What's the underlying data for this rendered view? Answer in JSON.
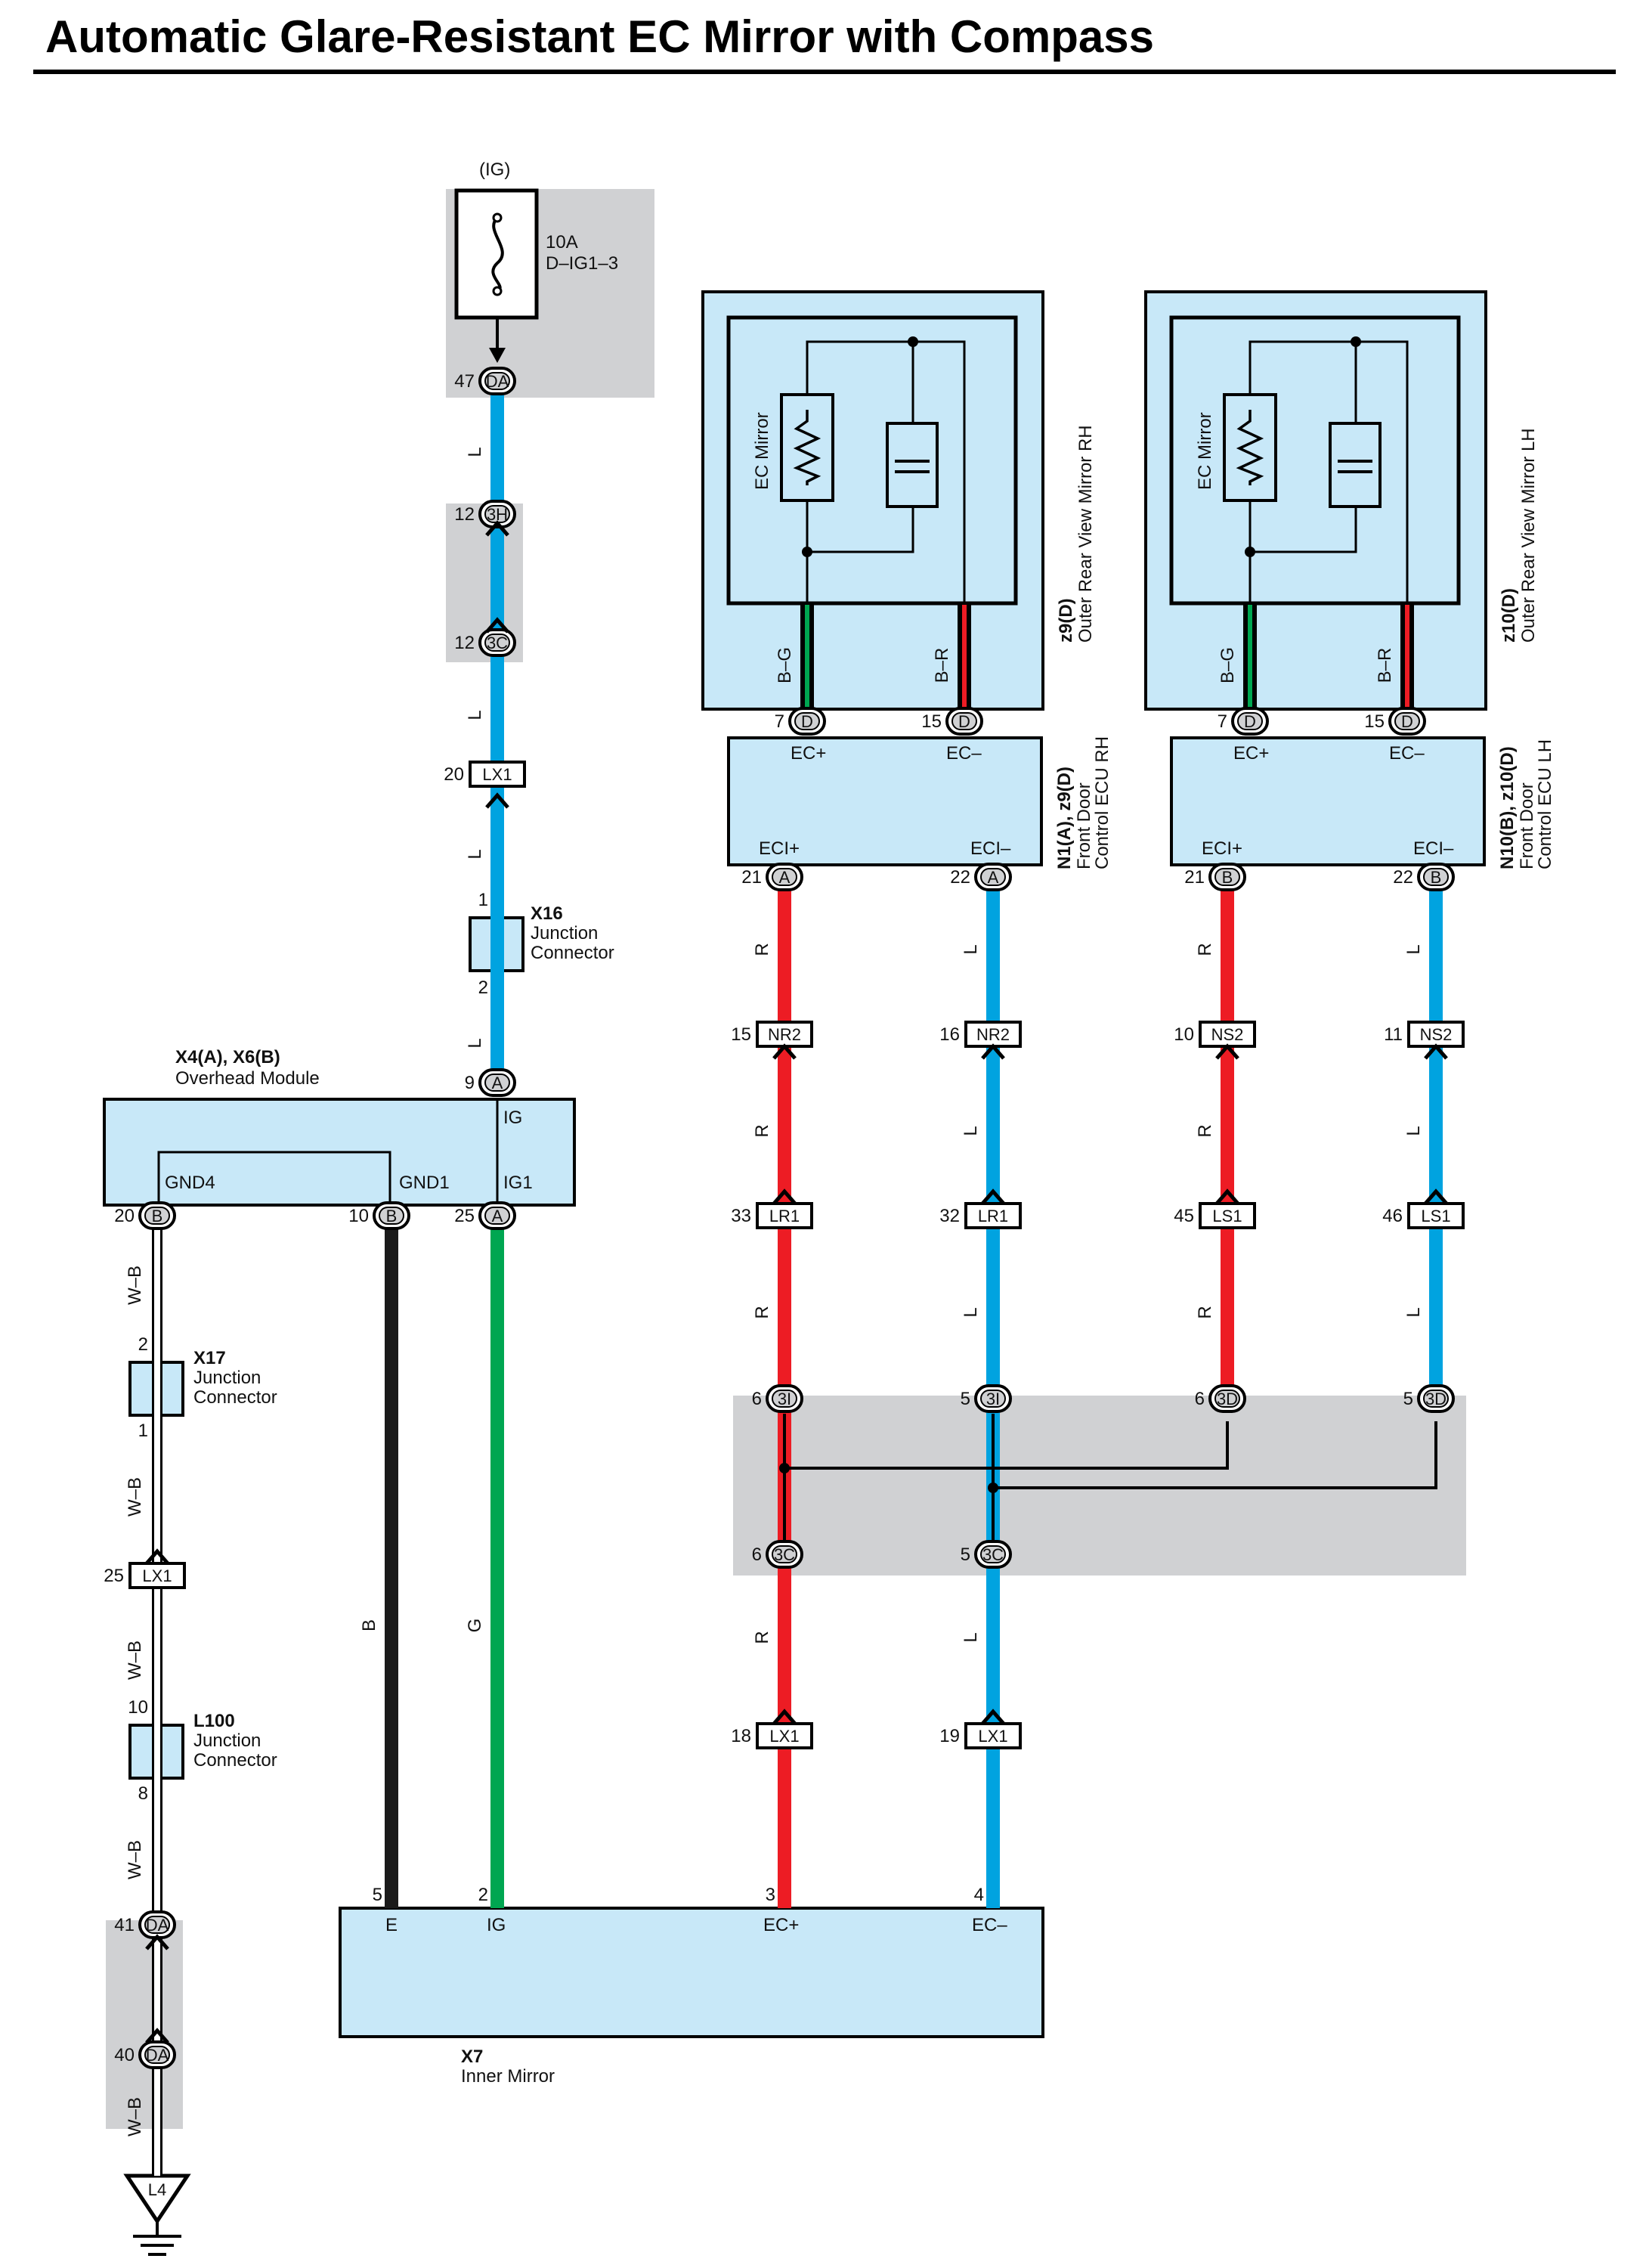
{
  "title": "Automatic Glare-Resistant EC Mirror with Compass",
  "power": {
    "source": "(IG)",
    "fuse_amp": "10A",
    "fuse_name": "D–IG1–3"
  },
  "mirror_rh": {
    "code": "z9(D)",
    "name": "Outer Rear View Mirror RH",
    "element": "EC Mirror"
  },
  "mirror_lh": {
    "code": "z10(D)",
    "name": "Outer Rear View Mirror LH",
    "element": "EC Mirror"
  },
  "ecu_rh": {
    "code": "N1(A), z9(D)",
    "name_1": "Front Door",
    "name_2": "Control ECU RH",
    "term_ec_plus": "EC+",
    "term_ec_minus": "EC–",
    "term_eci_plus": "ECI+",
    "term_eci_minus": "ECI–"
  },
  "ecu_lh": {
    "code": "N10(B), z10(D)",
    "name_1": "Front Door",
    "name_2": "Control ECU LH",
    "term_ec_plus": "EC+",
    "term_ec_minus": "EC–",
    "term_eci_plus": "ECI+",
    "term_eci_minus": "ECI–"
  },
  "overhead_module": {
    "code": "X4(A), X6(B)",
    "name": "Overhead Module",
    "term_ig": "IG",
    "term_gnd4": "GND4",
    "term_gnd1": "GND1",
    "term_ig1": "IG1"
  },
  "inner_mirror": {
    "code": "X7",
    "name": "Inner Mirror",
    "term_e": "E",
    "term_ig": "IG",
    "term_ec_plus": "EC+",
    "term_ec_minus": "EC–"
  },
  "junctions": [
    {
      "code": "X16",
      "line1": "Junction",
      "line2": "Connector"
    },
    {
      "code": "X17",
      "line1": "Junction",
      "line2": "Connector"
    },
    {
      "code": "L100",
      "line1": "Junction",
      "line2": "Connector"
    }
  ],
  "ground": "L4",
  "connectors": [
    {
      "name": "DA",
      "pin": "47"
    },
    {
      "name": "3H",
      "pin": "12"
    },
    {
      "name": "3C",
      "pin": "12"
    },
    {
      "name": "LX1",
      "pin": "20"
    },
    {
      "name": "A",
      "pin": "9"
    },
    {
      "name": "B",
      "pin": "20"
    },
    {
      "name": "B",
      "pin": "10"
    },
    {
      "name": "A",
      "pin": "25"
    },
    {
      "name": "LX1",
      "pin": "25"
    },
    {
      "name": "DA",
      "pin": "41"
    },
    {
      "name": "DA",
      "pin": "40"
    },
    {
      "name": "D",
      "pin": "7"
    },
    {
      "name": "D",
      "pin": "15"
    },
    {
      "name": "D",
      "pin": "7"
    },
    {
      "name": "D",
      "pin": "15"
    },
    {
      "name": "A",
      "pin": "21"
    },
    {
      "name": "A",
      "pin": "22"
    },
    {
      "name": "B",
      "pin": "21"
    },
    {
      "name": "B",
      "pin": "22"
    },
    {
      "name": "NR2",
      "pin": "15"
    },
    {
      "name": "NR2",
      "pin": "16"
    },
    {
      "name": "NS2",
      "pin": "10"
    },
    {
      "name": "NS2",
      "pin": "11"
    },
    {
      "name": "LR1",
      "pin": "33"
    },
    {
      "name": "LR1",
      "pin": "32"
    },
    {
      "name": "LS1",
      "pin": "45"
    },
    {
      "name": "LS1",
      "pin": "46"
    },
    {
      "name": "3I",
      "pin": "6"
    },
    {
      "name": "3I",
      "pin": "5"
    },
    {
      "name": "3D",
      "pin": "6"
    },
    {
      "name": "3D",
      "pin": "5"
    },
    {
      "name": "3C",
      "pin": "6"
    },
    {
      "name": "3C",
      "pin": "5"
    },
    {
      "name": "LX1",
      "pin": "18"
    },
    {
      "name": "LX1",
      "pin": "19"
    }
  ],
  "plain_pins": [
    "1",
    "2",
    "2",
    "1",
    "10",
    "8",
    "5",
    "2",
    "3",
    "4"
  ],
  "wire_codes": [
    "L",
    "L",
    "L",
    "L",
    "W–B",
    "W–B",
    "W–B",
    "W–B",
    "W–B",
    "B",
    "G",
    "R",
    "L",
    "R",
    "L",
    "R",
    "L",
    "R",
    "L",
    "R",
    "L",
    "R",
    "L",
    "R",
    "L",
    "B–G",
    "B–R",
    "B–G",
    "B–R"
  ],
  "colors": {
    "blue_wire": "#00a3e0",
    "red_wire": "#ed1c24",
    "green_wire": "#00a651",
    "black_wire": "#1a1a1a",
    "component_fill": "#c8e8f8",
    "shade": "#d0d1d3"
  }
}
